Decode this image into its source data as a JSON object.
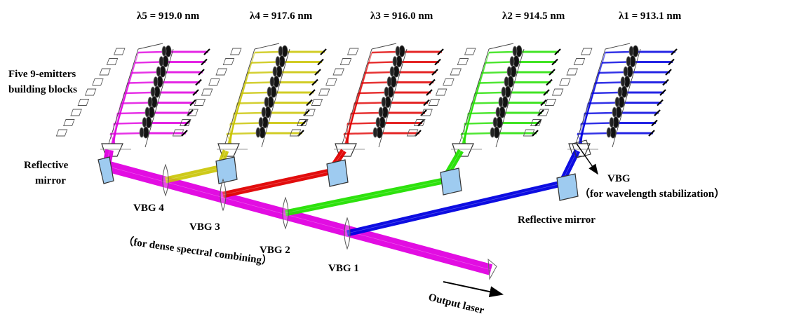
{
  "wavelengths": [
    {
      "label": "λ5 = 919.0 nm",
      "color": "#e000e0"
    },
    {
      "label": "λ4 = 917.6 nm",
      "color": "#c9c400"
    },
    {
      "label": "λ3 = 916.0 nm",
      "color": "#e00000"
    },
    {
      "label": "λ2 = 914.5 nm",
      "color": "#22e000"
    },
    {
      "label": "λ1 = 913.1 nm",
      "color": "#0000e0"
    }
  ],
  "labels": {
    "blocks_line1": "Five 9-emitters",
    "blocks_line2": "building blocks",
    "left_mirror_line1": "Reflective",
    "left_mirror_line2": "mirror",
    "vbg_top": "VBG",
    "vbg_stabilization": "（for wavelength stabilization）",
    "right_mirror": "Reflective mirror",
    "vbg4": "VBG 4",
    "vbg3": "VBG 3",
    "vbg2": "VBG 2",
    "vbg1": "VBG 1",
    "dense_combining": "（for dense spectral combining）",
    "output": "Output laser"
  },
  "colors": {
    "mirror_fill": "#9ecbf0",
    "output_beam": "#ff2cff"
  }
}
